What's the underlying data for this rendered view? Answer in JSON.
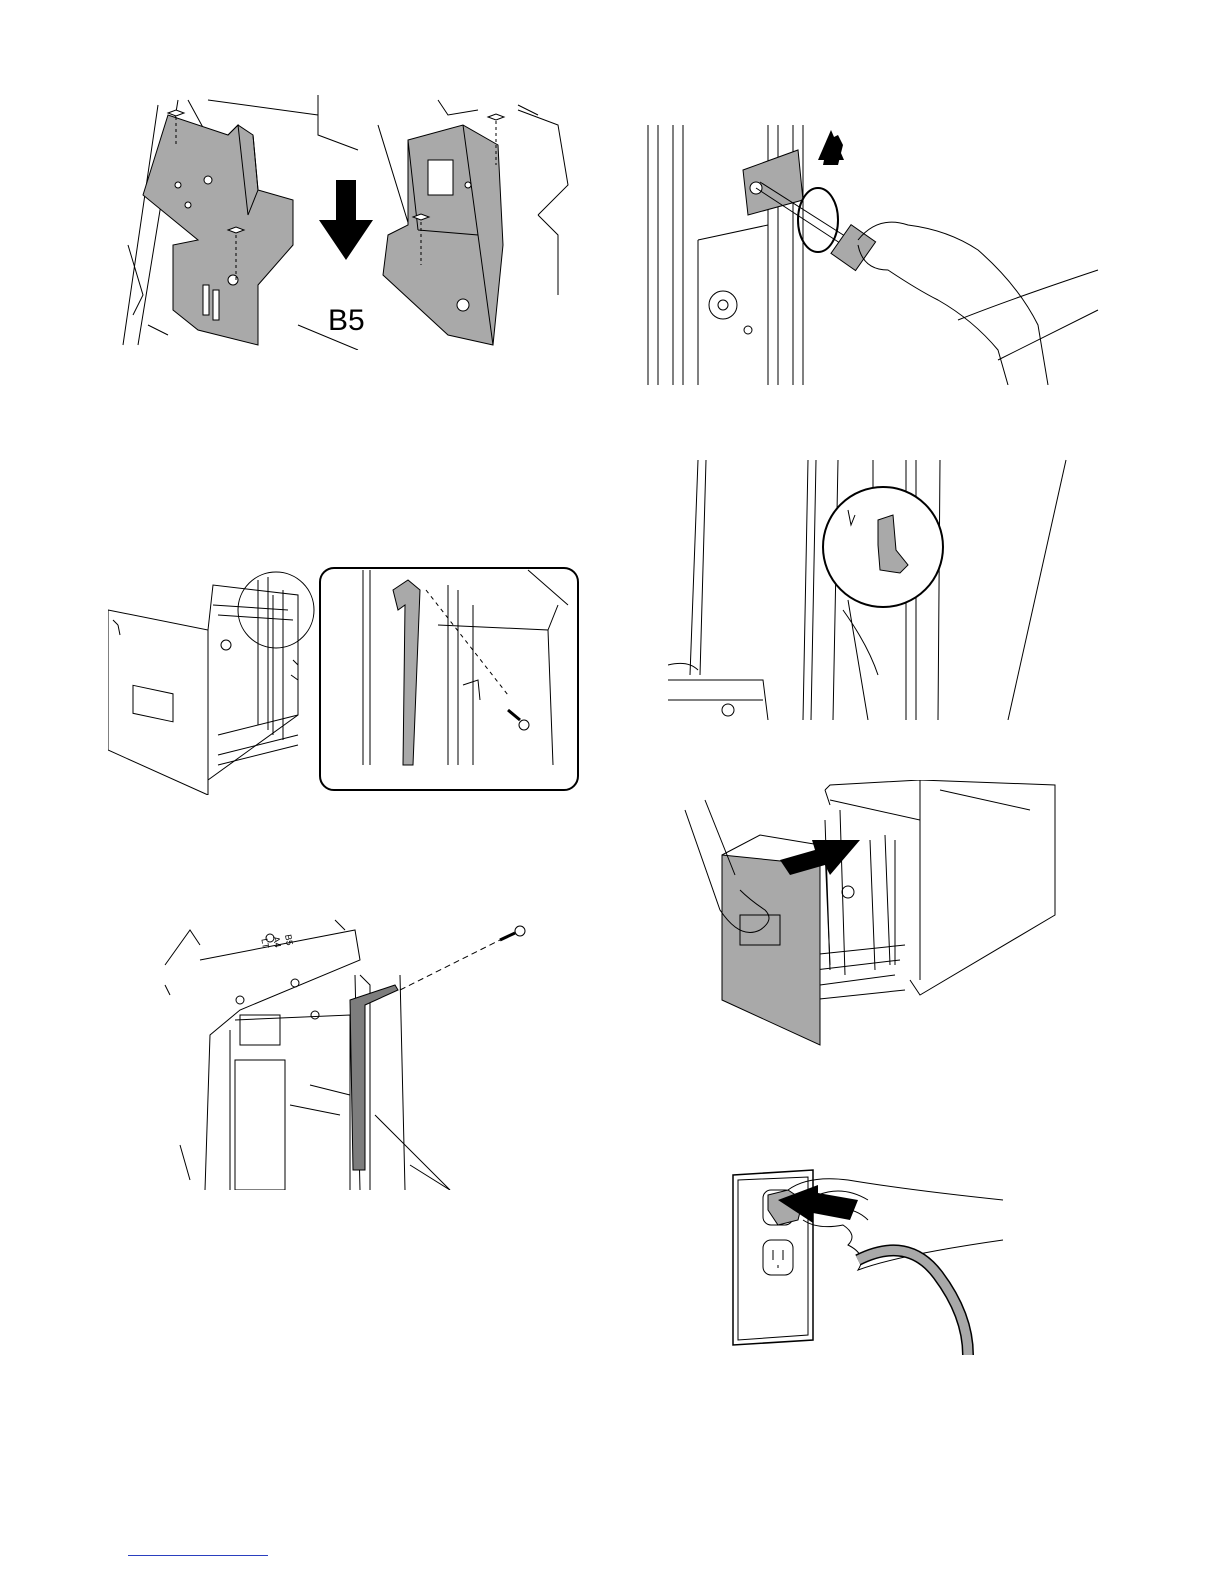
{
  "figures": {
    "b5_guide": {
      "label": "B5"
    },
    "guide_plate": {
      "labels": [
        "B5",
        "A4",
        "LT"
      ]
    }
  },
  "colors": {
    "part_fill": "#a9a9a9",
    "part_dark": "#7d7d7d",
    "line": "#000000",
    "footer_rule": "#2a3fbf"
  }
}
